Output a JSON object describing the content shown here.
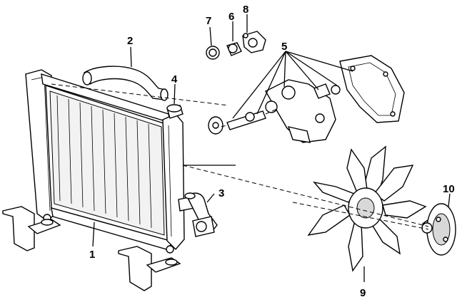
{
  "callouts": {
    "c1": "1",
    "c2": "2",
    "c3": "3",
    "c4": "4",
    "c5": "5",
    "c6": "6",
    "c7": "7",
    "c8": "8",
    "c9": "9",
    "c10": "10"
  },
  "colors": {
    "ink": "#000000",
    "background": "#ffffff"
  }
}
